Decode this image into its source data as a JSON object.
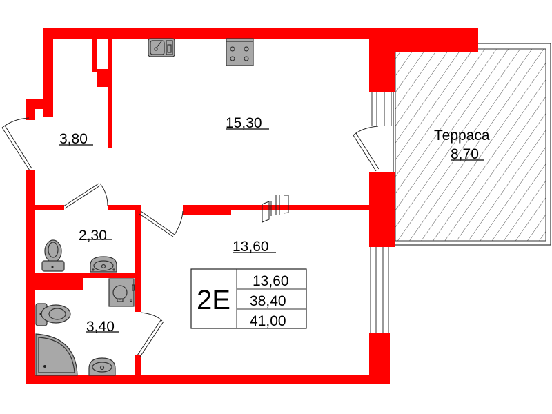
{
  "plan": {
    "unit_code": "2E",
    "summary": {
      "living_area": "13,60",
      "total_area": "38,40",
      "total_area_with_terrace": "41,00"
    },
    "rooms": [
      {
        "id": "hall",
        "area": "3,80"
      },
      {
        "id": "kitchen",
        "area": "15,30"
      },
      {
        "id": "terrace",
        "name": "Терраса",
        "area": "8,70"
      },
      {
        "id": "wc",
        "area": "2,30"
      },
      {
        "id": "bedroom",
        "area": "13,60"
      },
      {
        "id": "bathroom",
        "area": "3,40"
      }
    ],
    "fixtures": [
      "sink-icon",
      "stove-icon",
      "toilet-icon",
      "washbasin-icon",
      "washing-machine-icon",
      "shower-tray-icon"
    ],
    "colors": {
      "wall": "#ff0000",
      "fixture": "#a8a8a8",
      "background": "#ffffff"
    }
  }
}
